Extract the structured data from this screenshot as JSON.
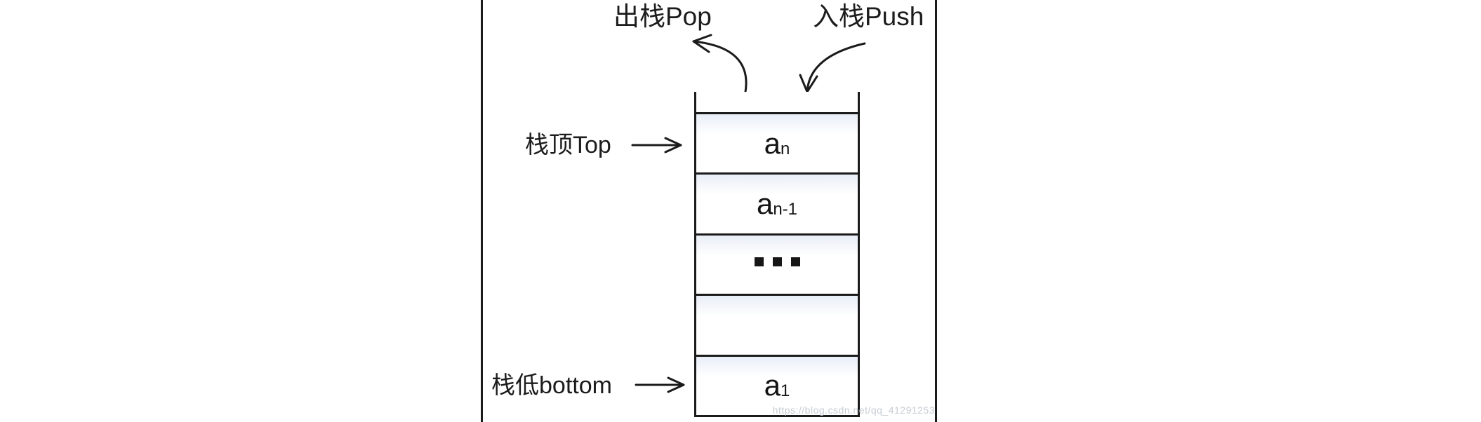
{
  "diagram": {
    "pop_label": "出栈Pop",
    "push_label": "入栈Push",
    "top_label": "栈顶Top",
    "bottom_label": "栈低bottom",
    "watermark": "https://blog.csdn.net/qq_41291253",
    "stack": {
      "cells": [
        {
          "type": "item",
          "base": "a",
          "sub": "n"
        },
        {
          "type": "item",
          "base": "a",
          "sub": "n-1"
        },
        {
          "type": "dots",
          "label": "..."
        },
        {
          "type": "empty",
          "label": ""
        },
        {
          "type": "item",
          "base": "a",
          "sub": "1"
        }
      ]
    },
    "colors": {
      "line": "#1b1b1b",
      "cell_tint": "#e9eef7",
      "watermark": "#c7ccd2"
    }
  }
}
